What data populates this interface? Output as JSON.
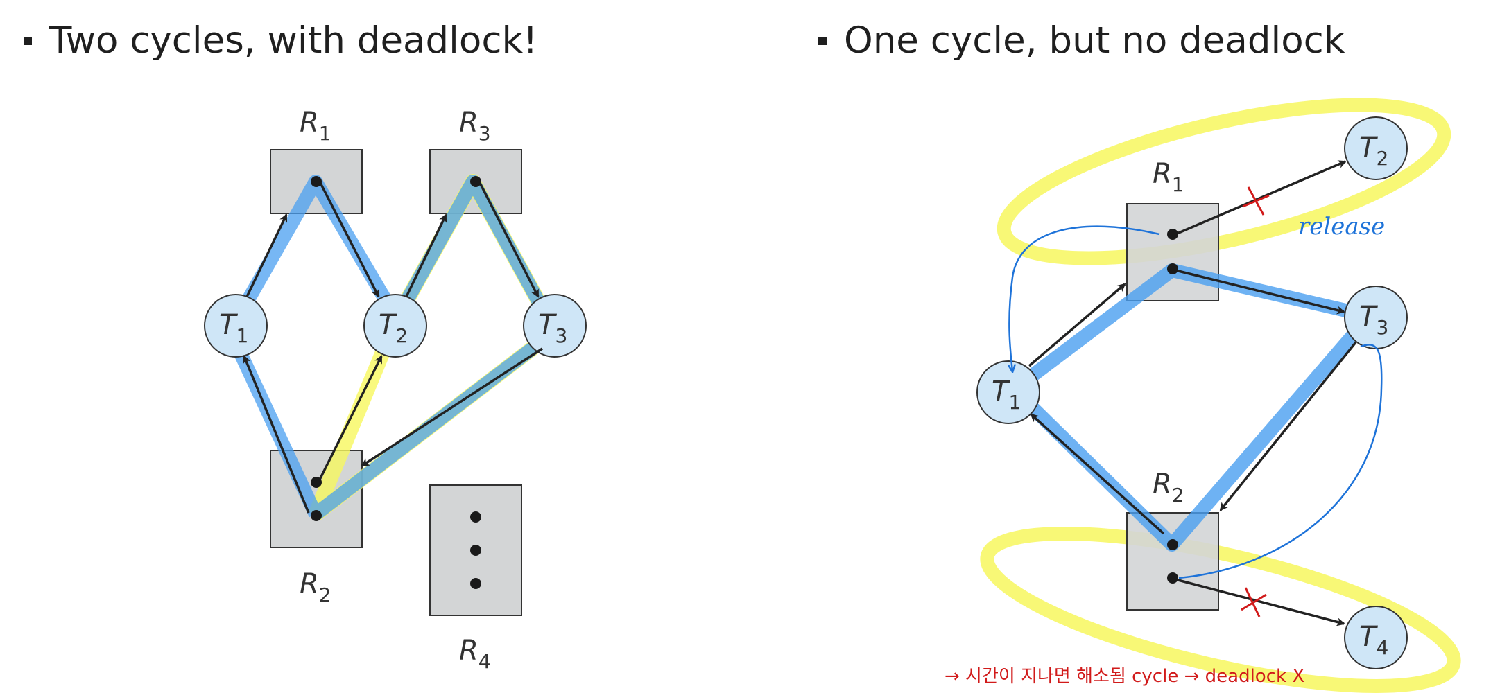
{
  "left": {
    "heading": "Two cycles, with deadlock!",
    "resources": [
      {
        "name": "R",
        "sub": "1"
      },
      {
        "name": "R",
        "sub": "3"
      },
      {
        "name": "R",
        "sub": "2"
      },
      {
        "name": "R",
        "sub": "4"
      }
    ],
    "threads": [
      {
        "name": "T",
        "sub": "1"
      },
      {
        "name": "T",
        "sub": "2"
      },
      {
        "name": "T",
        "sub": "3"
      }
    ]
  },
  "right": {
    "heading": "One cycle, but no deadlock",
    "resources": [
      {
        "name": "R",
        "sub": "1"
      },
      {
        "name": "R",
        "sub": "2"
      }
    ],
    "threads": [
      {
        "name": "T",
        "sub": "1"
      },
      {
        "name": "T",
        "sub": "2"
      },
      {
        "name": "T",
        "sub": "3"
      },
      {
        "name": "T",
        "sub": "4"
      }
    ],
    "notes": {
      "release": "release",
      "bottom": "→ 시간이 지나면 해소됨 cycle → deadlock X"
    }
  },
  "colors": {
    "node_fill": "#cfe6f7",
    "resource_fill": "#d3d5d6",
    "cycle_blue": "#4a9ff0",
    "cycle_yellow": "#f7f75e",
    "annotation_blue": "#1e73d9",
    "annotation_red": "#d11a1a"
  }
}
